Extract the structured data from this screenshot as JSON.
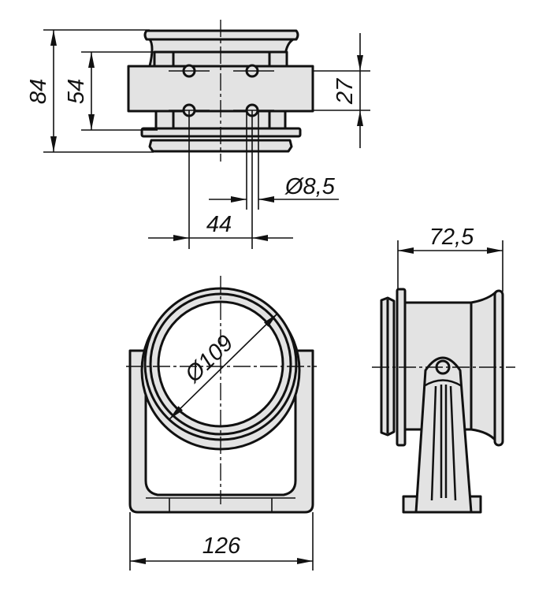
{
  "drawing": {
    "top_view": {
      "dim_overall_height": "84",
      "dim_inner_height": "54",
      "dim_hole_spacing_vertical": "27",
      "dim_hole_diameter": "Ø8,5",
      "dim_hole_spacing_horizontal": "44"
    },
    "front_view": {
      "dim_ring_diameter": "Ø109",
      "dim_base_width": "126"
    },
    "side_view": {
      "dim_depth": "72,5"
    }
  }
}
